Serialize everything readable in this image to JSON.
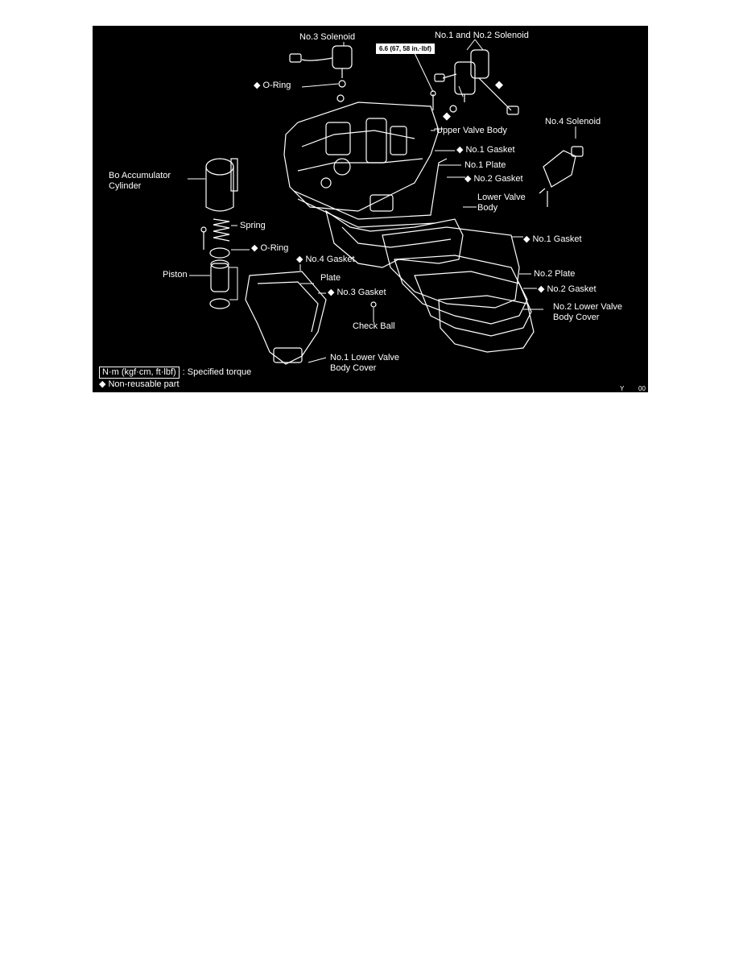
{
  "labels": {
    "no3_solenoid": "No.3 Solenoid",
    "o_ring_top": "O-Ring",
    "no1_no2_solenoid": "No.1 and No.2 Solenoid",
    "torque_value": "6.6 (67, 58 in.·lbf)",
    "upper_valve_body": "Upper Valve Body",
    "no4_solenoid": "No.4 Solenoid",
    "no1_gasket_upper": "No.1 Gasket",
    "no1_plate": "No.1 Plate",
    "no2_gasket_upper": "No.2 Gasket",
    "lower_valve_body": "Lower Valve Body",
    "bo_accumulator": "Bo Accumulator Cylinder",
    "spring": "Spring",
    "o_ring_lower": "O-Ring",
    "no4_gasket": "No.4 Gasket",
    "no1_gasket_lower": "No.1 Gasket",
    "piston": "Piston",
    "plate": "Plate",
    "no2_plate": "No.2 Plate",
    "no3_gasket": "No.3 Gasket",
    "no2_gasket_lower": "No.2 Gasket",
    "no2_lower_cover": "No.2 Lower Valve Body Cover",
    "check_ball": "Check Ball",
    "no1_lower_cover": "No.1 Lower Valve Body Cover",
    "corner_code": "Y",
    "corner_code2": "00"
  },
  "legend": {
    "torque_unit": "N·m (kgf·cm, ft·lbf)",
    "torque_desc": ": Specified torque",
    "nonreusable": "Non-reusable part"
  },
  "colors": {
    "background": "#000000",
    "foreground": "#ffffff",
    "page": "#ffffff"
  },
  "icons": {
    "nonreusable": "diamond-icon"
  }
}
